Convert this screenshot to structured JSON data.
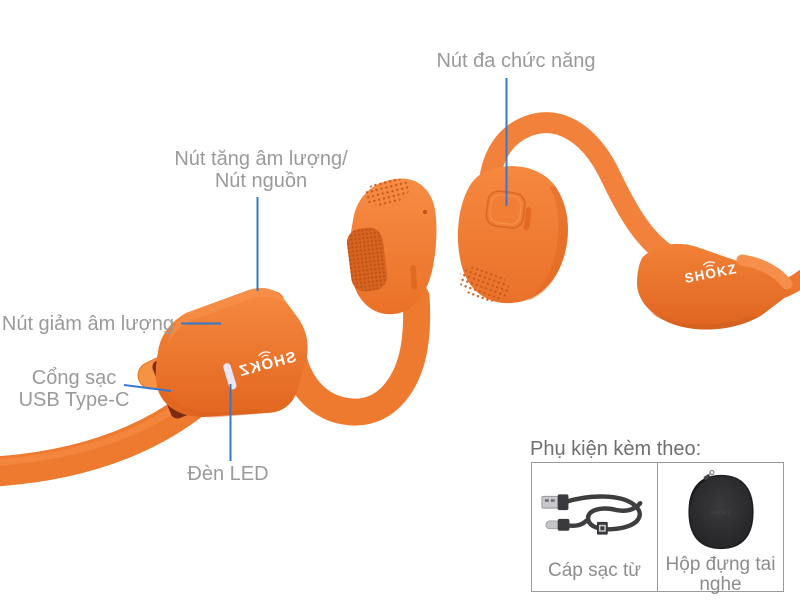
{
  "brand": {
    "logo": "SHOKZ"
  },
  "labels": {
    "multi_function": "Nút đa chức năng",
    "volume_up_power": "Nút tăng âm lượng/\nNút nguồn",
    "volume_down": "Nút giảm âm lượng",
    "charging_port": "Cổng sạc\nUSB Type-C",
    "led": "Đèn LED"
  },
  "accessories": {
    "heading": "Phụ kiện kèm theo:",
    "items": [
      {
        "name": "charging-cable",
        "label": "Cáp sạc từ"
      },
      {
        "name": "carrying-case",
        "label": "Hộp đựng tai nghe"
      }
    ]
  },
  "colors": {
    "product_orange": "#EE7A30",
    "annotation_line_blue": "#3478D0",
    "label_gray": "#9A9A9A",
    "heading_gray": "#6F6F6F",
    "caption_gray": "#8C8C8C",
    "box_border_gray": "#9B9B9B",
    "led_color": "#EAE6F6",
    "case_black": "#2B2B2E"
  }
}
